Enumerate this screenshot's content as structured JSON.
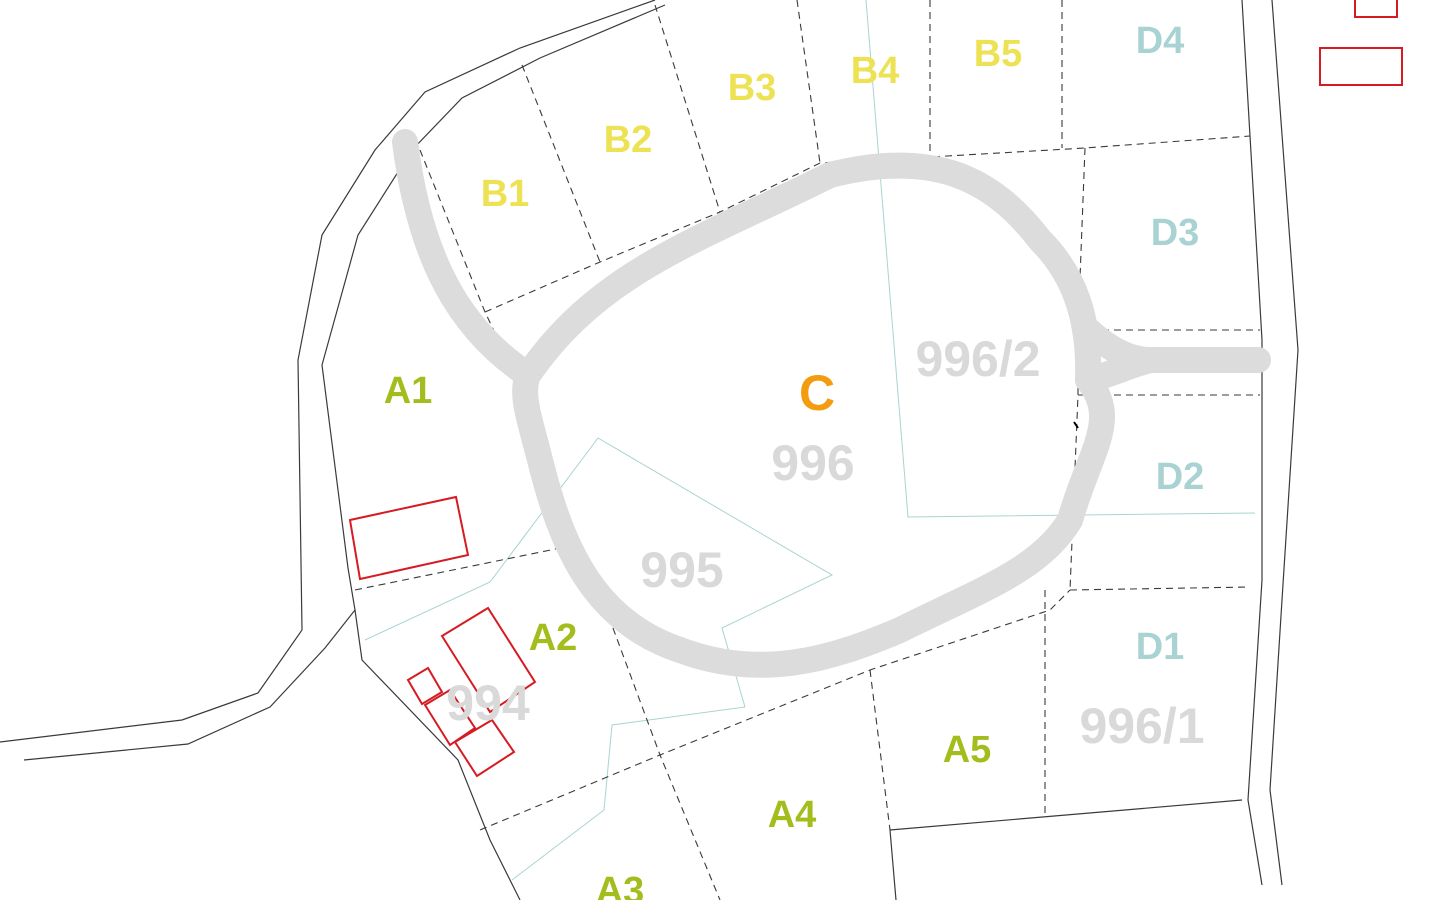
{
  "colors": {
    "zone_a": "#a3bd1c",
    "zone_b": "#ede254",
    "zone_d": "#a9d3d2",
    "zone_c": "#f39c0f",
    "parcel_number": "#d9d9d9",
    "road": "#dcdcdc",
    "building": "#d51b23",
    "boundary": "#3a3a3a",
    "cadastre": "#a9d3d2"
  },
  "plot_labels": {
    "a1": "A1",
    "a2": "A2",
    "a3": "A3",
    "a4": "A4",
    "a5": "A5",
    "b1": "B1",
    "b2": "B2",
    "b3": "B3",
    "b4": "B4",
    "b5": "B5",
    "c": "C",
    "d1": "D1",
    "d2": "D2",
    "d3": "D3",
    "d4": "D4"
  },
  "parcel_numbers": {
    "p994": "994",
    "p995": "995",
    "p996": "996",
    "p996_1": "996/1",
    "p996_2": "996/2"
  }
}
